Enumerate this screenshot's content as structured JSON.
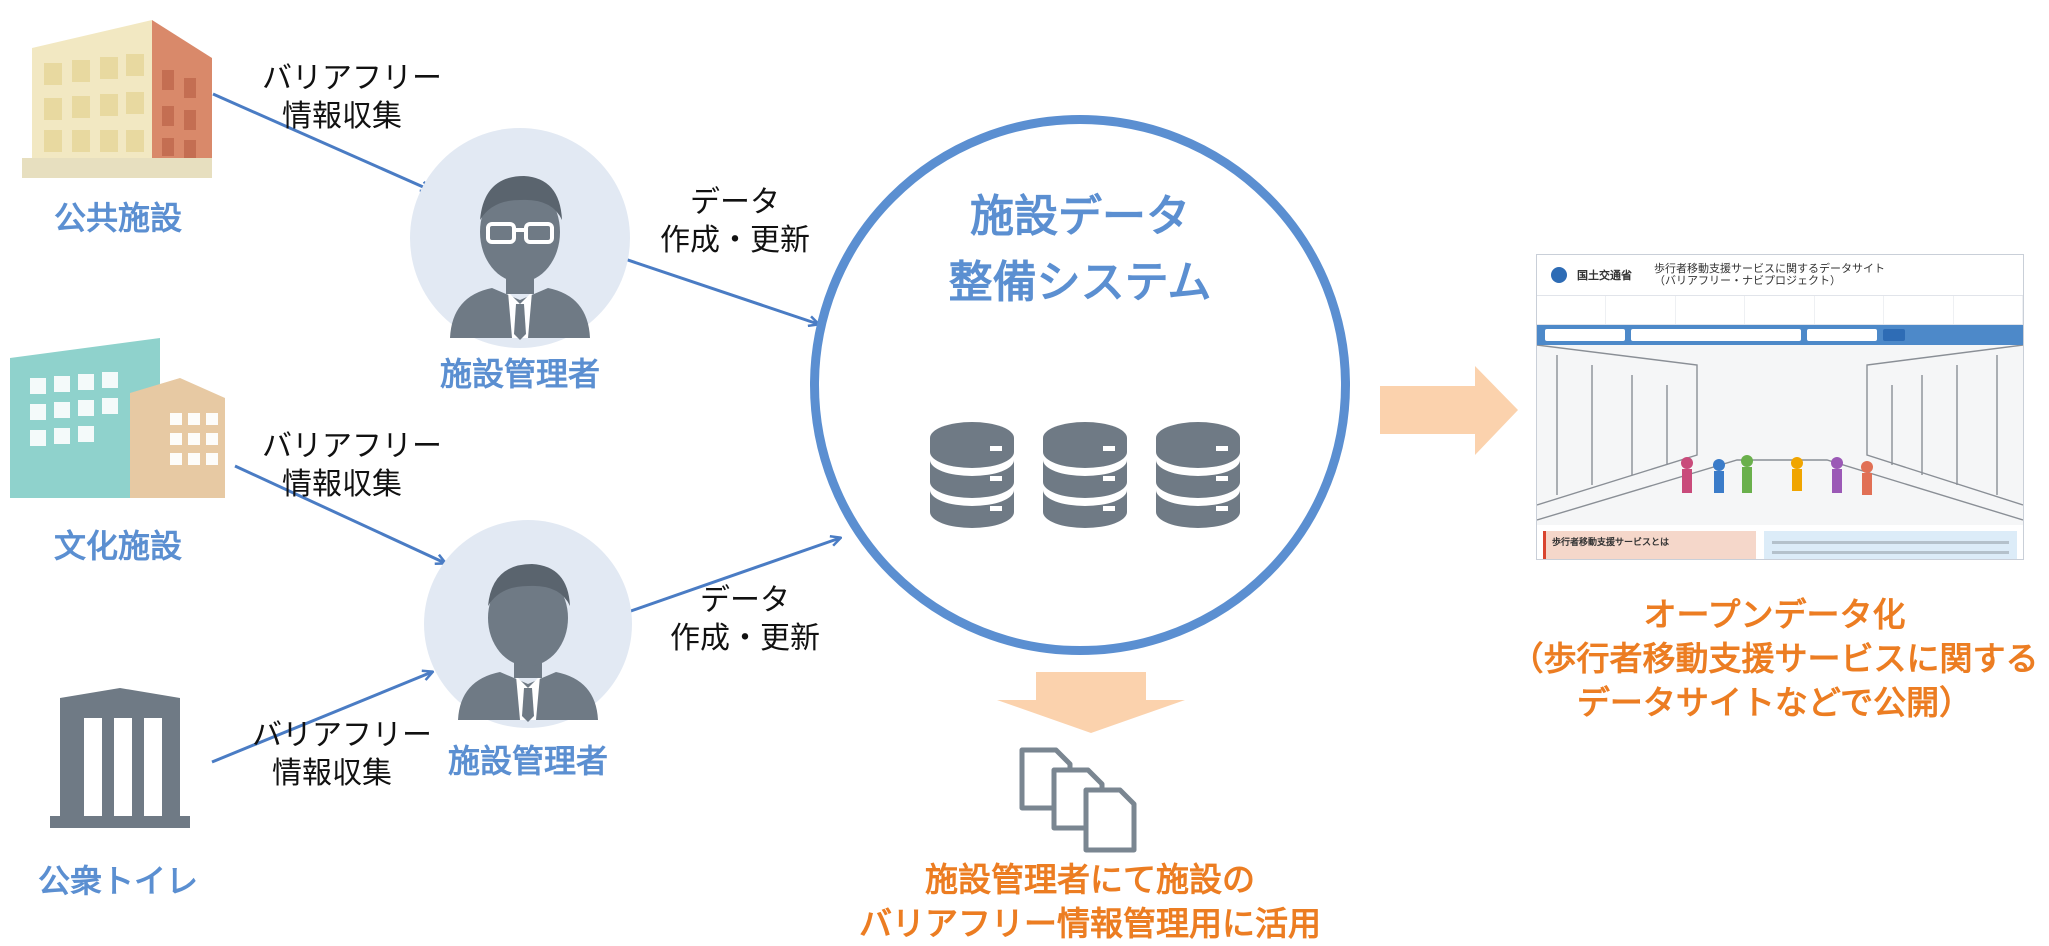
{
  "sources": [
    {
      "name": "公共施設",
      "icon": "office-building-icon",
      "collect_label": [
        "バリアフリー",
        "情報収集"
      ]
    },
    {
      "name": "文化施設",
      "icon": "culture-facility-icon",
      "collect_label": [
        "バリアフリー",
        "情報収集"
      ]
    },
    {
      "name": "公衆トイレ",
      "icon": "public-toilet-icon",
      "collect_label": [
        "バリアフリー",
        "情報収集"
      ]
    }
  ],
  "managers": [
    {
      "label": "施設管理者",
      "icon": "manager-glasses-icon",
      "update_label": [
        "データ",
        "作成・更新"
      ]
    },
    {
      "label": "施設管理者",
      "icon": "manager-icon",
      "update_label": [
        "データ",
        "作成・更新"
      ]
    }
  ],
  "system": {
    "title_line1": "施設データ",
    "title_line2": "整備システム",
    "icon": "database-icon"
  },
  "usage": {
    "line1": "施設管理者にて施設の",
    "line2": "バリアフリー情報管理用に活用",
    "icon": "documents-icon"
  },
  "open_data": {
    "line1": "オープンデータ化",
    "line2": "（歩行者移動支援サービスに関する",
    "line3": "データサイトなどで公開）",
    "website": {
      "org": "国土交通省",
      "site_title": "歩行者移動支援サービスに関するデータサイト",
      "site_subtitle": "（バリアフリー・ナビプロジェクト）",
      "info_heading": "歩行者移動支援サービスとは"
    }
  },
  "colors": {
    "accent_blue": "#5b8fd1",
    "arrow_blue": "#4a7cc4",
    "accent_orange": "#ec7d22",
    "arrow_peach": "#fbd2ad",
    "icon_gray": "#6f7a85"
  }
}
